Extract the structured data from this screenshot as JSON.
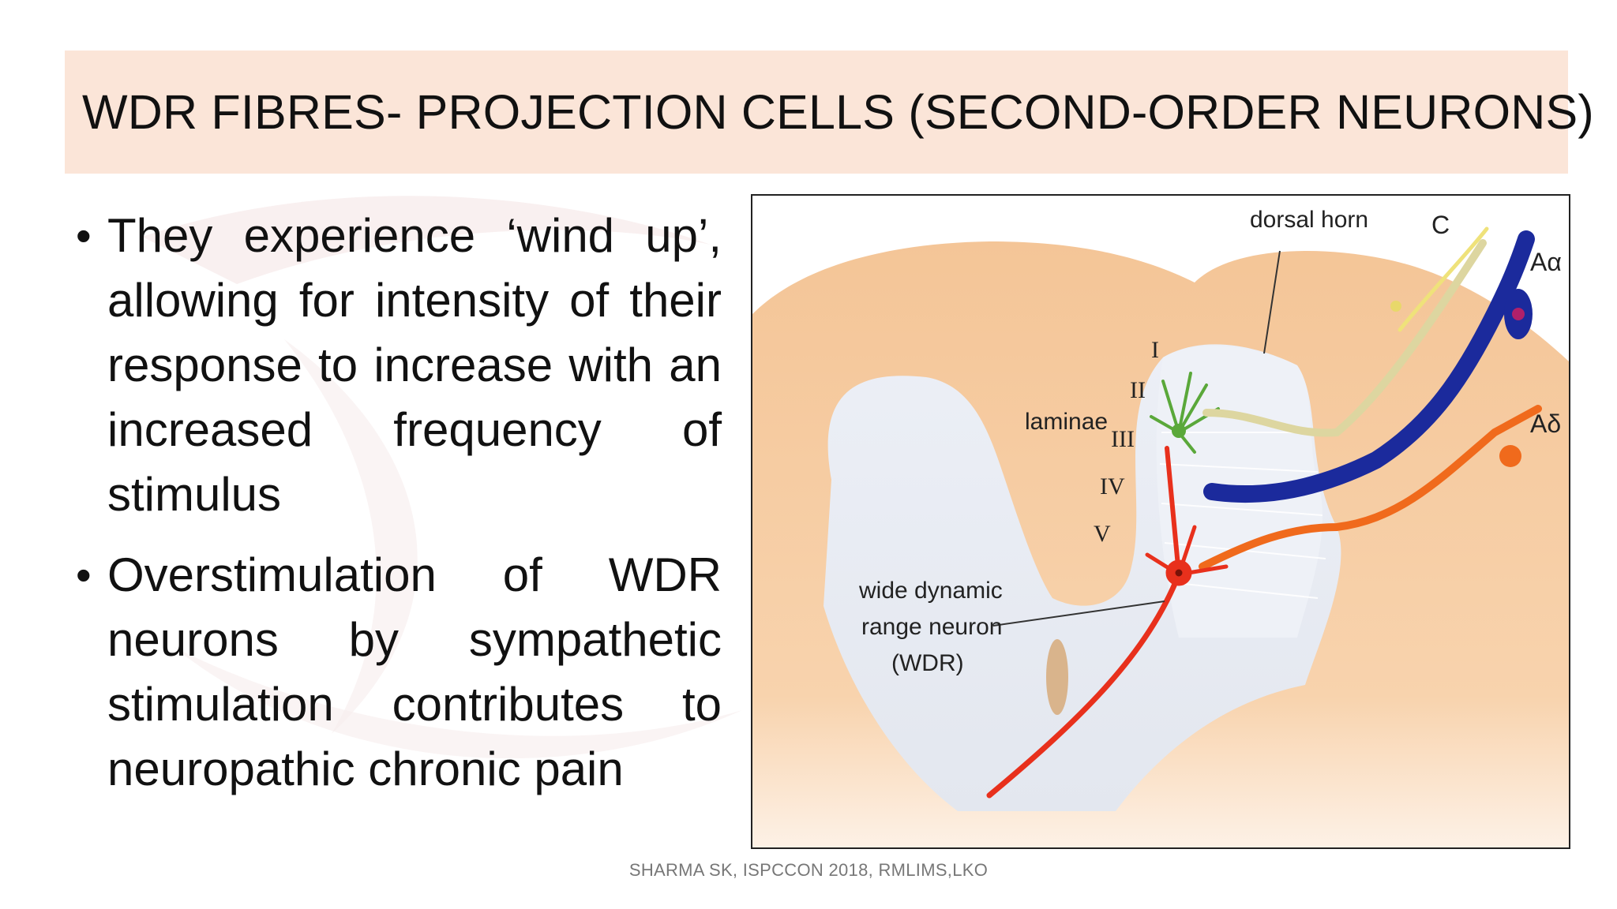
{
  "slide": {
    "title": "WDR FIBRES- PROJECTION CELLS (SECOND-ORDER NEURONS)",
    "bullets": [
      "They experience ‘wind up’, allowing for intensity of their response to increase with an increased frequency of stimulus",
      "Overstimulation of WDR neurons by sympathetic stimulation contributes to neuropathic chronic pain"
    ],
    "footer": "SHARMA SK, ISPCCON 2018, RMLIMS,LKO"
  },
  "figure": {
    "labels": {
      "dorsal_horn": "dorsal horn",
      "c_fibre": "C",
      "a_alpha": "Aα",
      "a_delta": "Aδ",
      "laminae": "laminae",
      "wdr_line1": "wide dynamic",
      "wdr_line2": "range neuron",
      "wdr_line3": "(WDR)"
    },
    "lamina_numerals": [
      "I",
      "II",
      "III",
      "IV",
      "V"
    ],
    "colors": {
      "title_bar": "#fbe5d8",
      "cord": "#f5c79a",
      "grey_matter": "#e6eaf2",
      "wdr_neuron": "#e8301c",
      "a_alpha_fibre": "#1f2fa6",
      "a_delta_fibre": "#f06a1c",
      "c_fibre": "#e8dc6a",
      "interneuron": "#5aa83a"
    }
  }
}
